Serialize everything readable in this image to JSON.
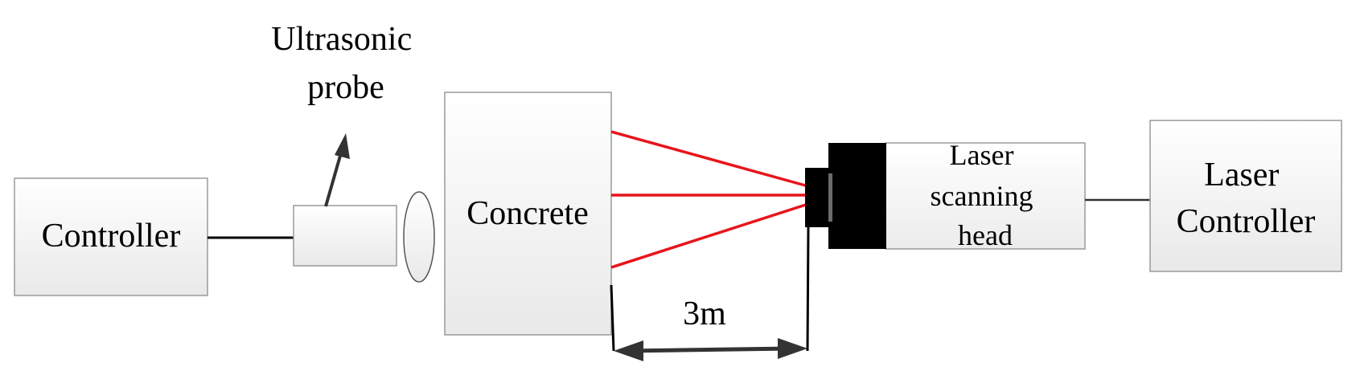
{
  "labels": {
    "ultrasonic_probe": [
      "Ultrasonic",
      "probe"
    ],
    "controller": "Controller",
    "concrete": "Concrete",
    "laser_head": [
      "Laser",
      "scanning",
      "head"
    ],
    "laser_controller": [
      "Laser",
      "Controller"
    ],
    "distance": "3m"
  },
  "colors": {
    "laser_beam": "#e8141c",
    "box_fill_top": "#ffffff",
    "box_fill_bottom": "#e9e9e9",
    "box_stroke": "#9a9a9a",
    "line": "#000000",
    "arrow": "#333333",
    "head_black": "#000000"
  }
}
